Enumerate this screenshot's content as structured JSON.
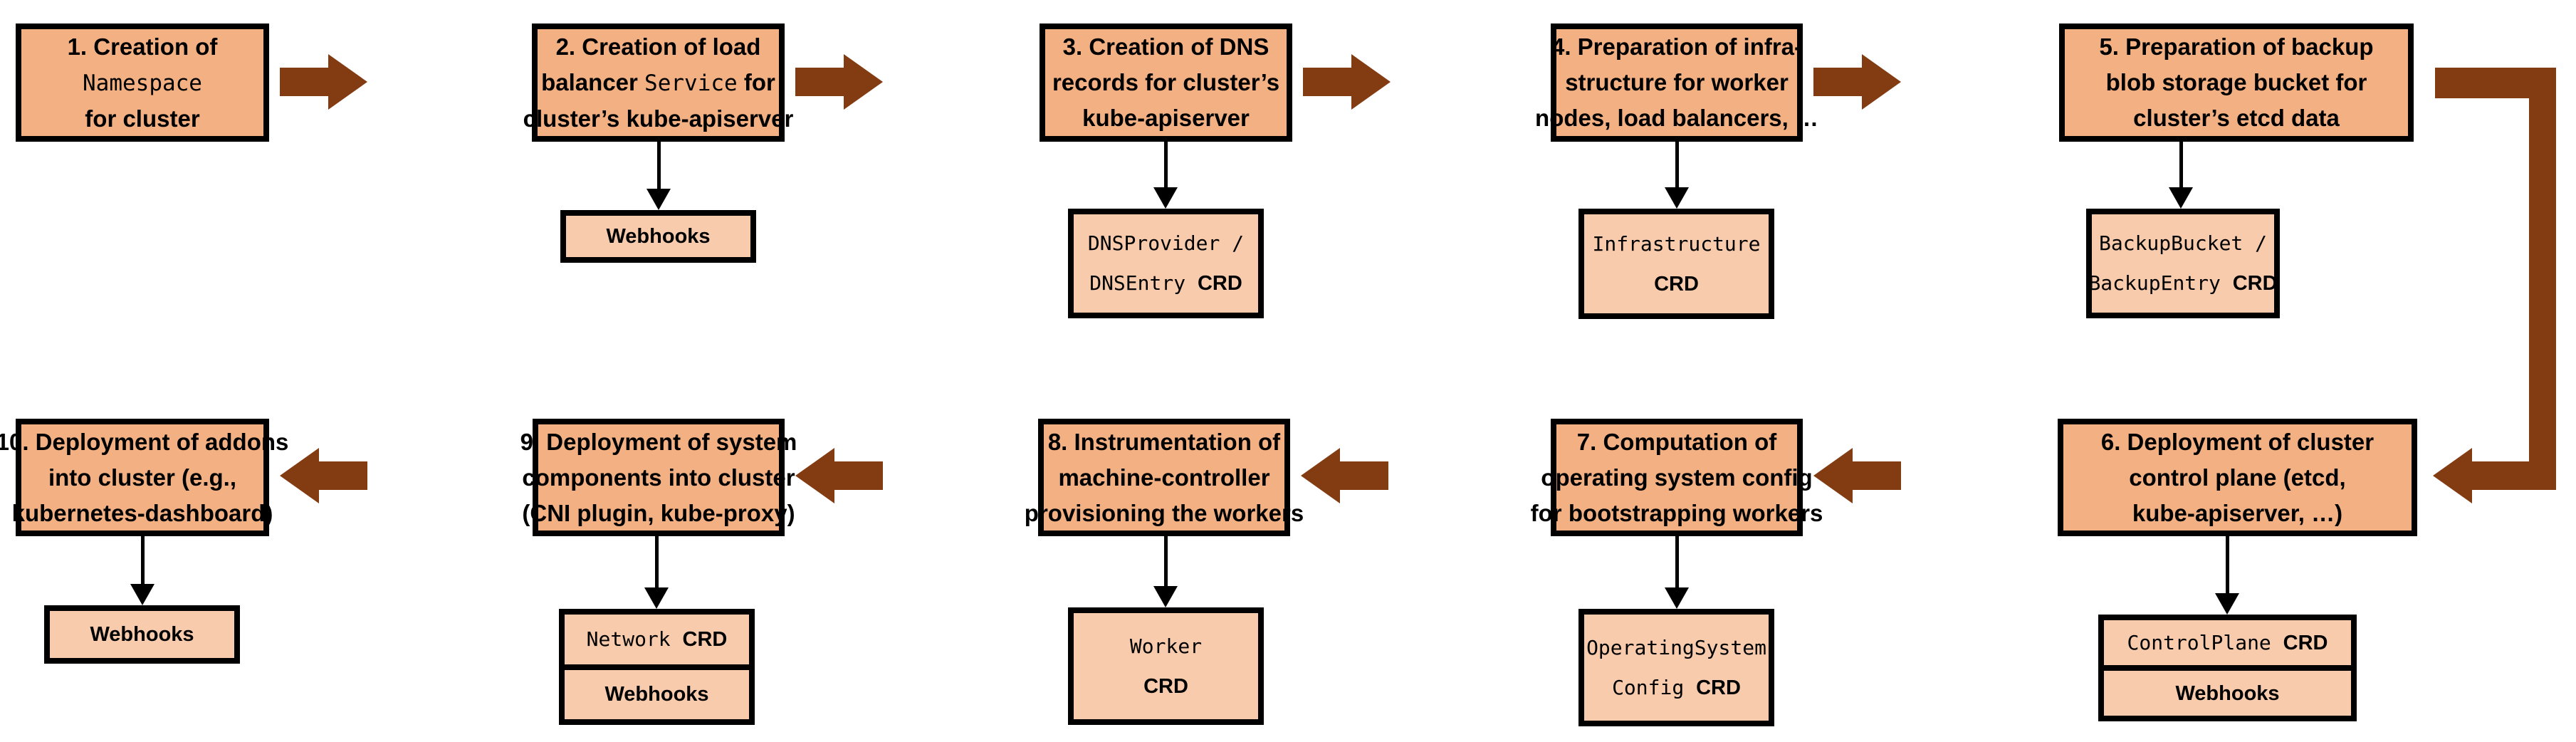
{
  "palette": {
    "box_fill": "#F3B183",
    "sub_fill": "#F8CBAD",
    "arrow_brown": "#833C12",
    "border": "#000000"
  },
  "steps": [
    {
      "title": [
        [
          {
            "t": "1. Creation of"
          }
        ],
        [
          {
            "t": "Namespace",
            "k": "m"
          }
        ],
        [
          {
            "t": "for cluster"
          }
        ]
      ],
      "subs": []
    },
    {
      "title": [
        [
          {
            "t": "2. Creation of load"
          }
        ],
        [
          {
            "t": "balancer ",
            "k": "s"
          },
          {
            "t": "Service",
            "k": "m"
          },
          {
            "t": " for"
          }
        ],
        [
          {
            "t": "cluster’s kube-apiserver"
          }
        ]
      ],
      "subs": [
        {
          "cells": [
            {
              "lines": [
                [
                  {
                    "t": "Webhooks"
                  }
                ]
              ]
            }
          ]
        }
      ]
    },
    {
      "title": [
        [
          {
            "t": "3. Creation of DNS"
          }
        ],
        [
          {
            "t": "records for cluster’s"
          }
        ],
        [
          {
            "t": "kube-apiserver"
          }
        ]
      ],
      "subs": [
        {
          "cells": [
            {
              "lines": [
                [
                  {
                    "t": "DNSProvider /",
                    "k": "m"
                  }
                ],
                [
                  {
                    "t": "DNSEntry ",
                    "k": "m"
                  },
                  {
                    "t": "CRD"
                  }
                ]
              ]
            }
          ]
        }
      ]
    },
    {
      "title": [
        [
          {
            "t": "4. Preparation of infra-"
          }
        ],
        [
          {
            "t": "structure for worker"
          }
        ],
        [
          {
            "t": "nodes, load balancers, …"
          }
        ]
      ],
      "subs": [
        {
          "cells": [
            {
              "lines": [
                [
                  {
                    "t": "Infrastructure",
                    "k": "m"
                  }
                ],
                [
                  {
                    "t": "CRD"
                  }
                ]
              ]
            }
          ]
        }
      ]
    },
    {
      "title": [
        [
          {
            "t": "5. Preparation of backup"
          }
        ],
        [
          {
            "t": "blob storage bucket for"
          }
        ],
        [
          {
            "t": "cluster’s etcd data"
          }
        ]
      ],
      "subs": [
        {
          "cells": [
            {
              "lines": [
                [
                  {
                    "t": "BackupBucket /",
                    "k": "m"
                  }
                ],
                [
                  {
                    "t": "BackupEntry ",
                    "k": "m"
                  },
                  {
                    "t": "CRD"
                  }
                ]
              ]
            }
          ]
        }
      ]
    },
    {
      "title": [
        [
          {
            "t": "6. Deployment of cluster"
          }
        ],
        [
          {
            "t": "control plane (etcd,"
          }
        ],
        [
          {
            "t": "kube-apiserver, …)"
          }
        ]
      ],
      "subs": [
        {
          "cells": [
            {
              "lines": [
                [
                  {
                    "t": "ControlPlane ",
                    "k": "m"
                  },
                  {
                    "t": "CRD"
                  }
                ]
              ]
            },
            {
              "lines": [
                [
                  {
                    "t": "Webhooks"
                  }
                ]
              ]
            }
          ]
        }
      ]
    },
    {
      "title": [
        [
          {
            "t": "7. Computation of"
          }
        ],
        [
          {
            "t": "operating system config"
          }
        ],
        [
          {
            "t": "for bootstrapping workers"
          }
        ]
      ],
      "subs": [
        {
          "cells": [
            {
              "lines": [
                [
                  {
                    "t": "OperatingSystem",
                    "k": "m"
                  }
                ],
                [
                  {
                    "t": "Config ",
                    "k": "m"
                  },
                  {
                    "t": "CRD"
                  }
                ]
              ]
            }
          ]
        }
      ]
    },
    {
      "title": [
        [
          {
            "t": "8. Instrumentation of"
          }
        ],
        [
          {
            "t": "machine-controller"
          }
        ],
        [
          {
            "t": "provisioning the workers"
          }
        ]
      ],
      "subs": [
        {
          "cells": [
            {
              "lines": [
                [
                  {
                    "t": "Worker",
                    "k": "m"
                  }
                ],
                [
                  {
                    "t": "CRD"
                  }
                ]
              ]
            }
          ]
        }
      ]
    },
    {
      "title": [
        [
          {
            "t": "9. Deployment of system"
          }
        ],
        [
          {
            "t": "components into cluster"
          }
        ],
        [
          {
            "t": "(CNI plugin, kube-proxy)"
          }
        ]
      ],
      "subs": [
        {
          "cells": [
            {
              "lines": [
                [
                  {
                    "t": "Network ",
                    "k": "m"
                  },
                  {
                    "t": "CRD"
                  }
                ]
              ]
            },
            {
              "lines": [
                [
                  {
                    "t": "Webhooks"
                  }
                ]
              ]
            }
          ]
        }
      ]
    },
    {
      "title": [
        [
          {
            "t": "10. Deployment of addons"
          }
        ],
        [
          {
            "t": "into cluster (e.g.,"
          }
        ],
        [
          {
            "t": "kubernetes-dashboard)"
          }
        ]
      ],
      "subs": [
        {
          "cells": [
            {
              "lines": [
                [
                  {
                    "t": "Webhooks"
                  }
                ]
              ]
            }
          ]
        }
      ]
    }
  ]
}
